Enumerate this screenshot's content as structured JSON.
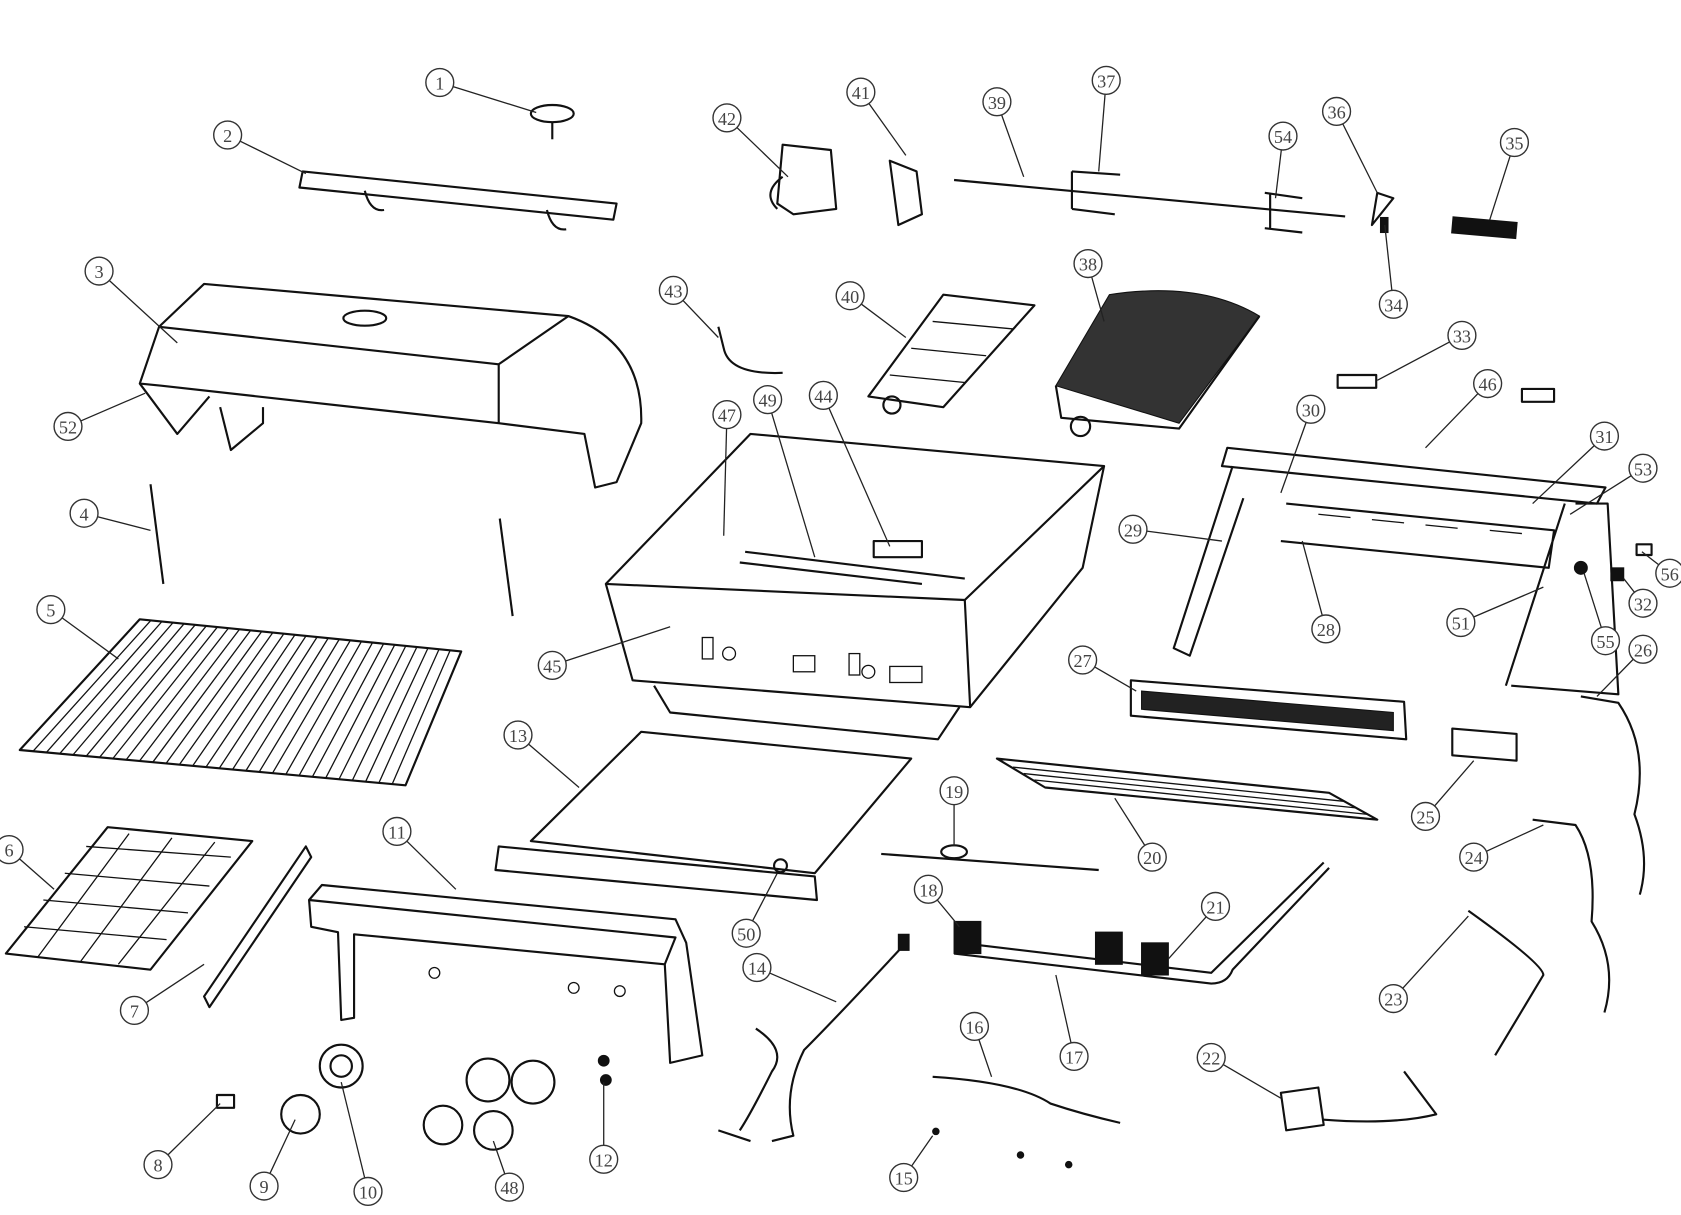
{
  "diagram": {
    "type": "exploded parts diagram",
    "subject": "grill",
    "callouts": [
      "1",
      "2",
      "3",
      "4",
      "5",
      "6",
      "7",
      "8",
      "9",
      "10",
      "11",
      "12",
      "13",
      "14",
      "15",
      "16",
      "17",
      "18",
      "19",
      "20",
      "21",
      "22",
      "23",
      "24",
      "25",
      "26",
      "27",
      "28",
      "29",
      "30",
      "31",
      "32",
      "33",
      "34",
      "35",
      "36",
      "37",
      "38",
      "39",
      "40",
      "41",
      "42",
      "43",
      "44",
      "45",
      "46",
      "47",
      "48",
      "49",
      "50",
      "51",
      "52",
      "53",
      "54",
      "55",
      "56"
    ],
    "colors": {
      "line": "#111111",
      "callout_text": "#444444",
      "background": "#ffffff"
    }
  }
}
